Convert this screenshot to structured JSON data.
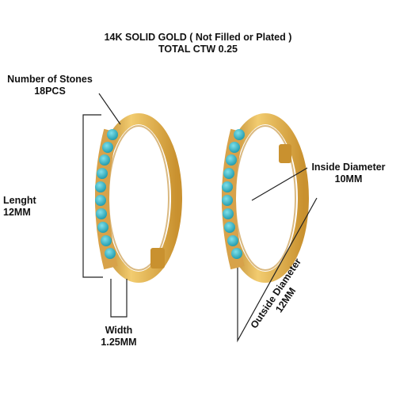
{
  "header": {
    "line1": "14K SOLID GOLD ( Not Filled or Plated )",
    "line2": "TOTAL CTW 0.25"
  },
  "annotations": {
    "stones_title": "Number of Stones",
    "stones_value": "18PCS",
    "length_title": "Lenght",
    "length_value": "12MM",
    "width_title": "Width",
    "width_value": "1.25MM",
    "inside_title": "Inside Diameter",
    "inside_value": "10MM",
    "outside_title": "Outside Diameter",
    "outside_value": "12MM"
  },
  "colors": {
    "gold": "#e6b34a",
    "gold_dark": "#b8822a",
    "turquoise": "#2fb8c8",
    "line": "#222222"
  }
}
